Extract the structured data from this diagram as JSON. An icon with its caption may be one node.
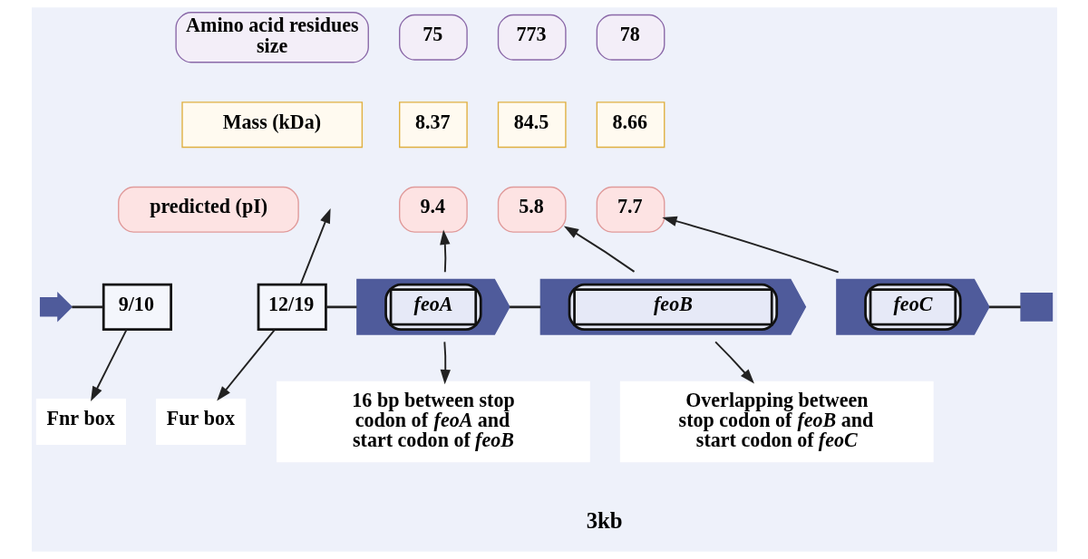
{
  "diagram": {
    "nodes": [
      {
        "text": [
          "Amino acid residues size"
        ]
      },
      {
        "text": [
          "75"
        ]
      },
      {
        "text": [
          "773"
        ]
      },
      {
        "text": [
          "78"
        ]
      },
      {
        "text": [
          "Mass (kDa)"
        ]
      },
      {
        "text": [
          "8.37"
        ]
      },
      {
        "text": [
          "84.5"
        ]
      },
      {
        "text": [
          "8.66"
        ]
      },
      {
        "text": [
          "predicted (pI)"
        ]
      },
      {
        "text": [
          "9.4"
        ]
      },
      {
        "text": [
          "5.8"
        ]
      },
      {
        "text": [
          "7.7"
        ]
      },
      {
        "text": [],
        "shape": "arrow"
      },
      {
        "text": [
          "9/10"
        ]
      },
      {
        "text": [
          "12/19"
        ]
      },
      {
        "text": [
          "feoA"
        ]
      },
      {
        "text": [
          "feoB"
        ]
      },
      {
        "text": [
          "feoC"
        ]
      },
      {
        "text": [],
        "shape": "box"
      },
      {
        "text": [
          "Fnr box"
        ]
      },
      {
        "text": [
          "Fur box"
        ]
      },
      {
        "text": [
          "16 bp between stop codon of *feoA* and start codon of *feoB*"
        ]
      },
      {
        "text": [
          "Overlapping between stop codon of *feoB* and start codon of *feoC*"
        ]
      }
    ],
    "edges": [
      {
        "from": 12,
        "to": 13,
        "arrow": "none"
      },
      {
        "from": 14,
        "to": 15,
        "arrow": "none"
      },
      {
        "from": 14,
        "to": null,
        "arrow": "to"
      },
      {
        "from": 15,
        "to": 16,
        "arrow": "none"
      },
      {
        "from": 17,
        "to": 18,
        "arrow": "none"
      },
      {
        "from": 15,
        "to": 9,
        "arrow": "to"
      },
      {
        "from": 16,
        "to": 10,
        "arrow": "to"
      },
      {
        "from": 17,
        "to": 11,
        "arrow": "to"
      },
      {
        "from": 13,
        "to": 19,
        "arrow": "to"
      },
      {
        "from": 14,
        "to": 20,
        "arrow": "to"
      },
      {
        "from": 15,
        "to": 21,
        "arrow": "to"
      },
      {
        "from": 16,
        "to": 22,
        "arrow": "to"
      }
    ],
    "labels": [
      "3kb"
    ]
  }
}
